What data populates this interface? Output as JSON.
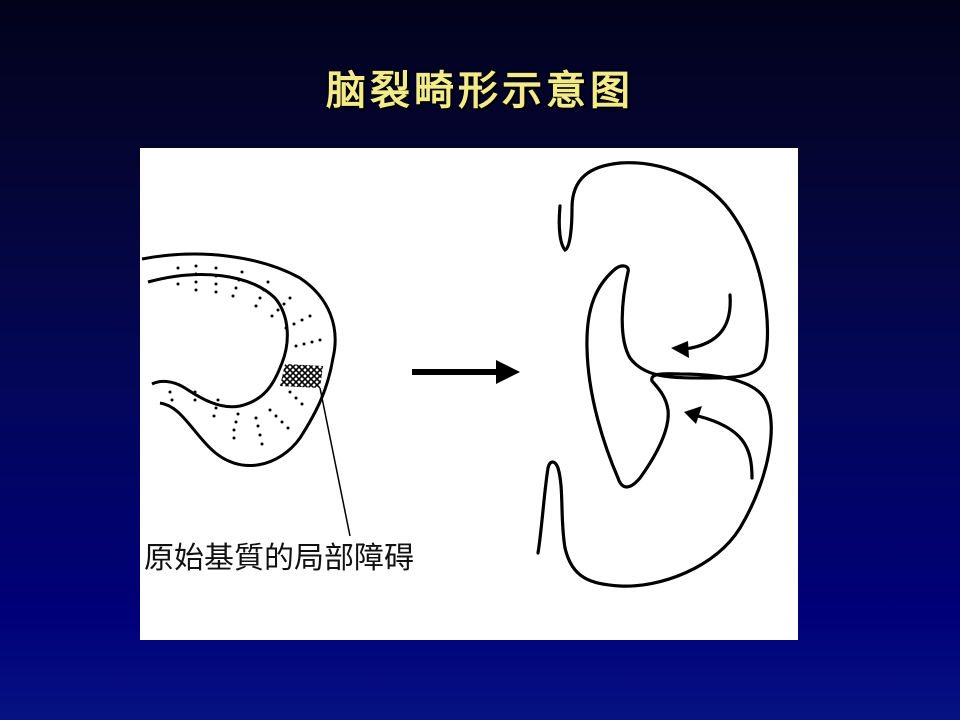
{
  "slide": {
    "title": "脑裂畸形示意图",
    "background_colors": [
      "#02021a",
      "#000078"
    ],
    "title_color": "#f3ea8a"
  },
  "figure": {
    "left_panel": {
      "description": "cortical layer with focal defect (cross-hatched region)",
      "caption": "原始基質的局部障碍"
    },
    "transition_arrow": "right-arrow",
    "right_panel": {
      "description": "schizencephaly cleft with infolding lips, two curved arrows indicating folding direction",
      "arrows": [
        "curved-arrow-down-left",
        "curved-arrow-up-left"
      ]
    }
  }
}
